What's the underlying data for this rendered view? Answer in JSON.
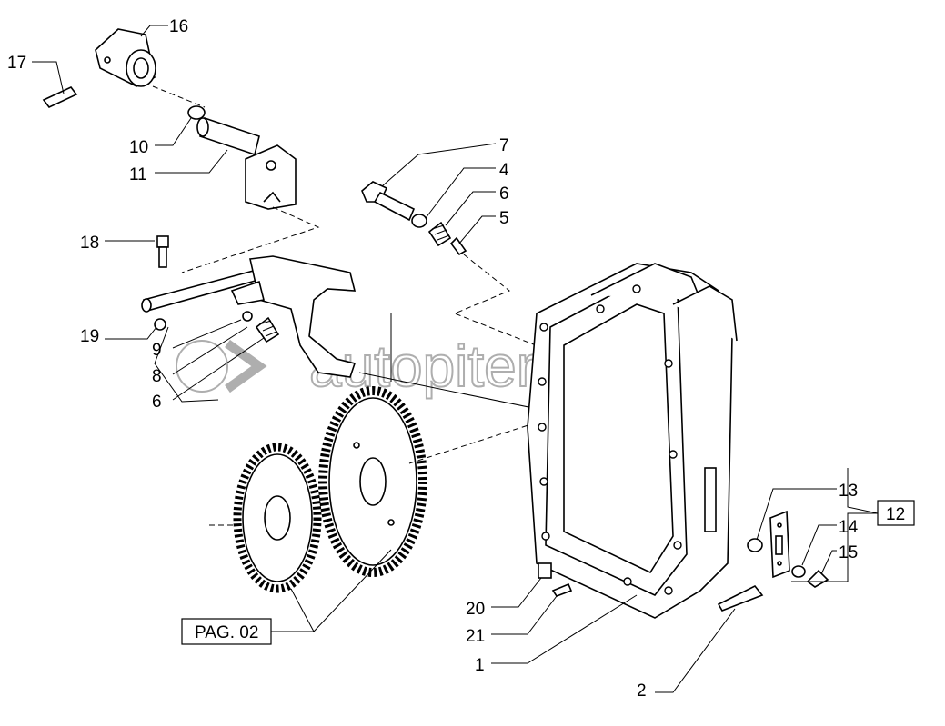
{
  "diagram": {
    "watermark": "autopiter.ru",
    "reference_box": "PAG. 02",
    "callouts": {
      "c16": "16",
      "c17": "17",
      "c10": "10",
      "c11": "11",
      "c7": "7",
      "c4": "4",
      "c6a": "6",
      "c5": "5",
      "c18": "18",
      "c19": "19",
      "c9": "9",
      "c8": "8",
      "c6b": "6",
      "c13": "13",
      "c12": "12",
      "c14": "14",
      "c15": "15",
      "c20": "20",
      "c21": "21",
      "c1": "1",
      "c2": "2"
    }
  }
}
